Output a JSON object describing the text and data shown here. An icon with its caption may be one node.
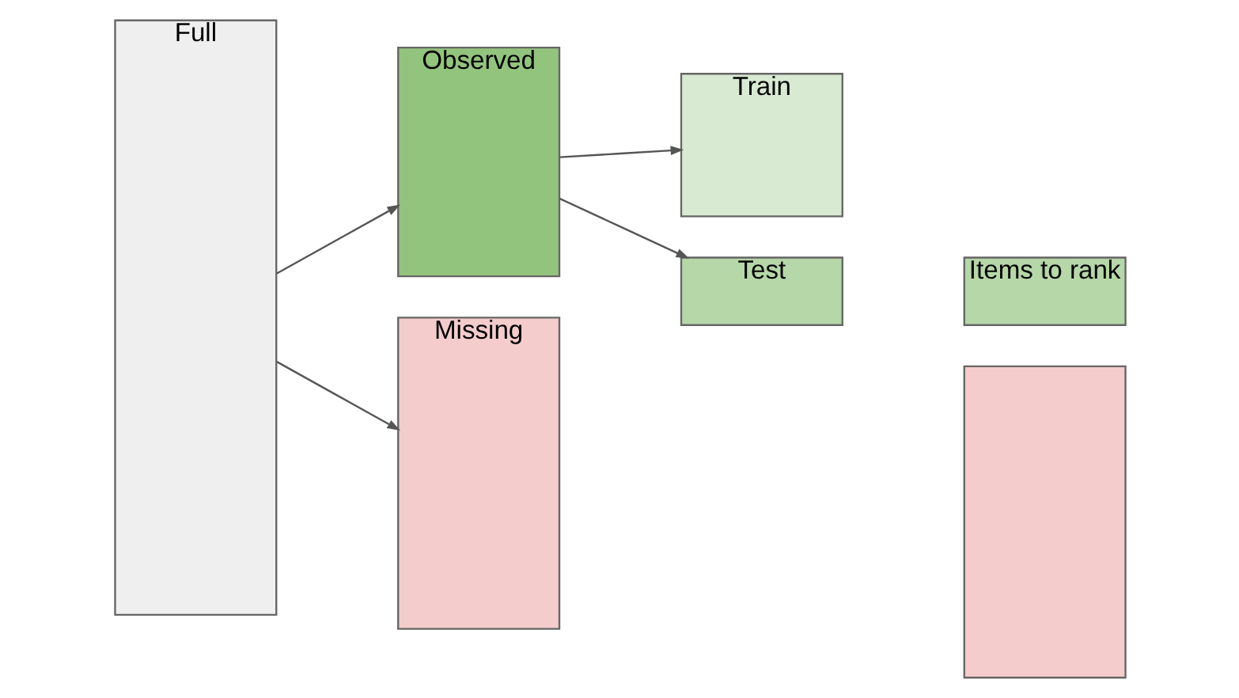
{
  "diagram": {
    "nodes": [
      {
        "text": [
          "Full"
        ]
      },
      {
        "text": [
          "Observed"
        ]
      },
      {
        "text": [
          "Missing"
        ]
      },
      {
        "text": [
          "Train"
        ]
      },
      {
        "text": [
          "Test"
        ]
      },
      {
        "text": [
          "Items to rank"
        ]
      },
      {
        "text": [],
        "shape": "box"
      }
    ],
    "edges": [
      {
        "from": 0,
        "to": 1,
        "arrow": "to"
      },
      {
        "from": 0,
        "to": 2,
        "arrow": "to"
      },
      {
        "from": 1,
        "to": 3,
        "arrow": "to"
      },
      {
        "from": 1,
        "to": 4,
        "arrow": "to"
      }
    ]
  }
}
